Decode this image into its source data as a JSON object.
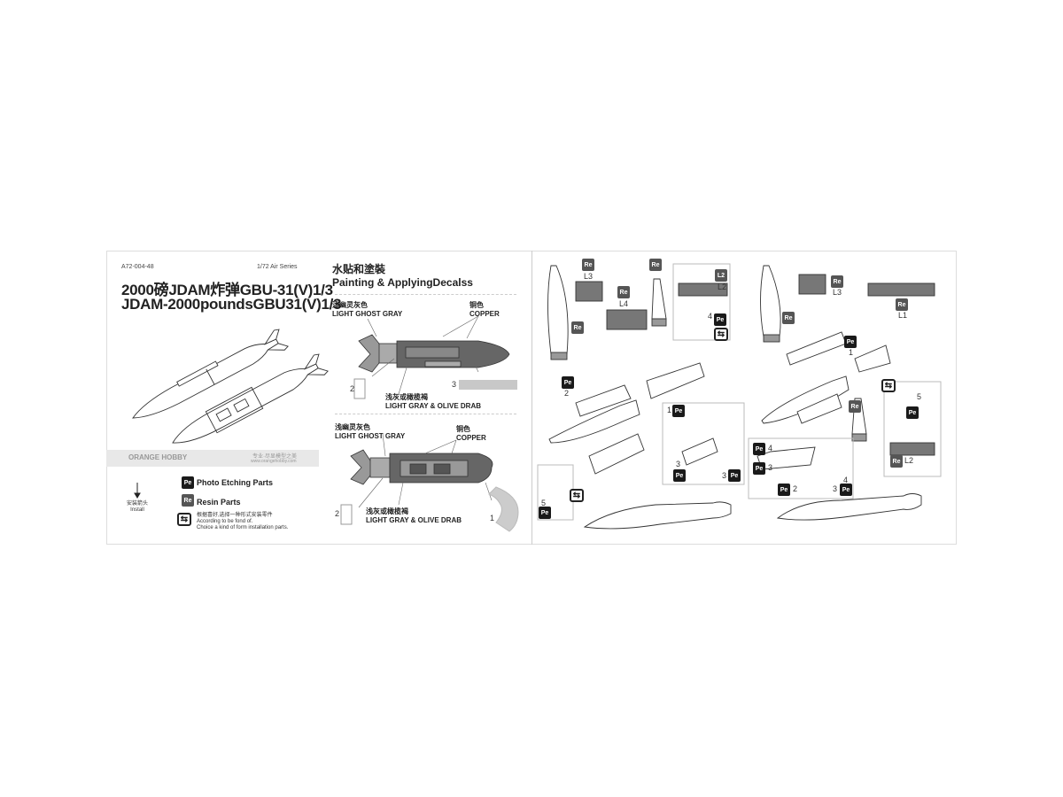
{
  "header": {
    "product_code": "A72-004-48",
    "series": "1/72 Air Series",
    "title_cn": "2000磅JDAM炸弹GBU-31(V)1/3",
    "title_en": "JDAM-2000poundsGBU31(V)1/3"
  },
  "brand": {
    "logo_text": "ORANGE HOBBY",
    "tagline_cn": "专业·尽显模型之美",
    "website": "www.orangehobby.com"
  },
  "legend": {
    "install_cn": "安装箭头",
    "install_en": "Install",
    "pe_badge": "Pe",
    "pe_label": "Photo Etching Parts",
    "re_badge": "Re",
    "re_label": "Resin Parts",
    "choice_cn": "根据喜好,选择一种形式安装零件",
    "choice_en_1": "According to be fond of.",
    "choice_en_2": "Choice a kind of form installation parts."
  },
  "painting": {
    "title_cn": "水贴和塗裝",
    "title_en": "Painting & ApplyingDecalss",
    "variant1": {
      "ghost_cn": "浅幽灵灰色",
      "ghost_en": "LIGHT GHOST GRAY",
      "copper_cn": "铜色",
      "copper_en": "COPPER",
      "drab_cn": "浅灰或橄榄褐",
      "drab_en": "LIGHT GRAY  &  OLIVE DRAB",
      "decal_a": "2",
      "decal_b": "3"
    },
    "variant2": {
      "ghost_cn": "浅幽灵灰色",
      "ghost_en": "LIGHT GHOST GRAY",
      "copper_cn": "铜色",
      "copper_en": "COPPER",
      "drab_cn": "浅灰或橄榄褐",
      "drab_en": "LIGHT GRAY  &  OLIVE DRAB",
      "decal_a": "2",
      "decal_b": "1"
    }
  },
  "assembly_left": {
    "labels": [
      "Re",
      "L3",
      "Re",
      "L4",
      "Re",
      "Re",
      "L2",
      "4",
      "Pe",
      "Pe",
      "2",
      "1",
      "Pe",
      "3",
      "Pe",
      "3",
      "Pe",
      "5",
      "Pe"
    ]
  },
  "assembly_right": {
    "labels": [
      "Re",
      "L3",
      "Re",
      "L1",
      "Re",
      "Pe",
      "1",
      "Re",
      "5",
      "Pe",
      "Re",
      "L2",
      "Pe",
      "4",
      "Pe",
      "3",
      "Pe",
      "2",
      "4",
      "3",
      "Pe"
    ]
  },
  "colors": {
    "pe_badge": "#1a1a1a",
    "re_badge": "#555555",
    "decal_gray": "#c8c8c8"
  }
}
